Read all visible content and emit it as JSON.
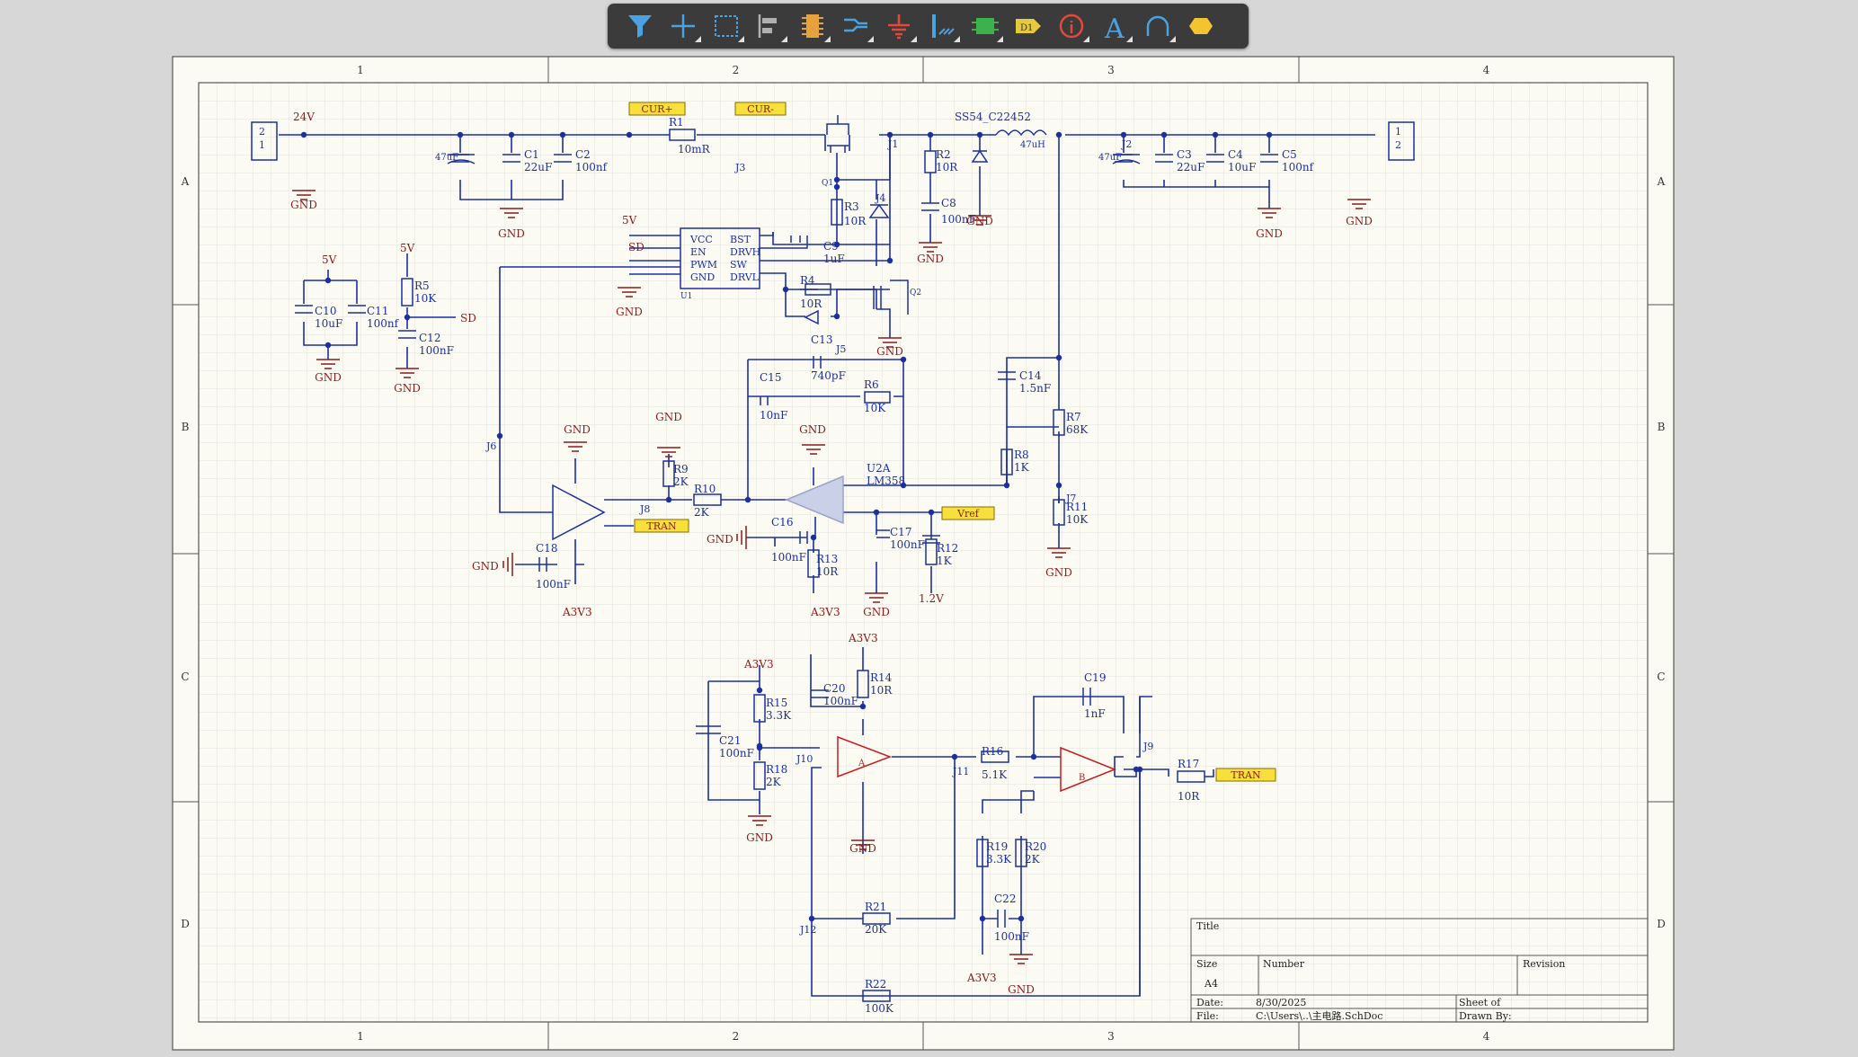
{
  "toolbar": {
    "tools": [
      {
        "name": "filter-icon",
        "color": "#4aa3e0"
      },
      {
        "name": "crosshair-icon",
        "color": "#4aa3e0"
      },
      {
        "name": "select-rect-icon",
        "color": "#4aa3e0"
      },
      {
        "name": "align-icon",
        "color": "#b0b0b0"
      },
      {
        "name": "component-icon",
        "color": "#e6a23c"
      },
      {
        "name": "wire-icon",
        "color": "#4aa3e0"
      },
      {
        "name": "power-port-icon",
        "color": "#e04a3a"
      },
      {
        "name": "bus-icon",
        "color": "#4aa3e0"
      },
      {
        "name": "sheet-symbol-icon",
        "color": "#3cb34a"
      },
      {
        "name": "port-icon",
        "color": "#e6c93c"
      },
      {
        "name": "parameter-icon",
        "color": "#e04a3a"
      },
      {
        "name": "text-icon",
        "color": "#4aa3e0"
      },
      {
        "name": "arc-icon",
        "color": "#4aa3e0"
      },
      {
        "name": "shape-icon",
        "color": "#f4c430"
      }
    ],
    "port_label": "D1"
  },
  "border": {
    "cols": [
      "1",
      "2",
      "3",
      "4"
    ],
    "rows": [
      "A",
      "B",
      "C",
      "D"
    ]
  },
  "labels": {
    "net_24v": "24V",
    "gnd": "GND",
    "v5": "5V",
    "a3v3": "A3V3",
    "v1_2": "1.2V",
    "cur_plus": "CUR+",
    "cur_minus": "CUR-",
    "tran": "TRAN",
    "vref": "Vref",
    "sd": "SD",
    "diode_part": "SS54_C22452",
    "ind_val": "47uH",
    "cap47": "47uF",
    "u1": "U1",
    "u2a": "U2A",
    "lm358": "LM358",
    "q1": "Q1",
    "q2": "Q2",
    "pins_left": [
      "VCC",
      "EN",
      "PWM",
      "GND"
    ],
    "pins_right": [
      "BST",
      "DRVH",
      "SW",
      "DRVL"
    ],
    "op_a": "A",
    "op_b": "B"
  },
  "components": [
    {
      "ref": "R1",
      "val": "10mR"
    },
    {
      "ref": "C1",
      "val": "22uF"
    },
    {
      "ref": "C2",
      "val": "100nf"
    },
    {
      "ref": "R2",
      "val": "10R"
    },
    {
      "ref": "C8",
      "val": "100nF"
    },
    {
      "ref": "C3",
      "val": "22uF"
    },
    {
      "ref": "C4",
      "val": "10uF"
    },
    {
      "ref": "C5",
      "val": "100nf"
    },
    {
      "ref": "R3",
      "val": "10R"
    },
    {
      "ref": "C9",
      "val": "1uF"
    },
    {
      "ref": "R4",
      "val": "10R"
    },
    {
      "ref": "C10",
      "val": "10uF"
    },
    {
      "ref": "C11",
      "val": "100nf"
    },
    {
      "ref": "R5",
      "val": "10K"
    },
    {
      "ref": "C12",
      "val": "100nF"
    },
    {
      "ref": "C13",
      "val": "740pF"
    },
    {
      "ref": "C15",
      "val": "10nF"
    },
    {
      "ref": "R6",
      "val": "10K"
    },
    {
      "ref": "C14",
      "val": "1.5nF"
    },
    {
      "ref": "R7",
      "val": "68K"
    },
    {
      "ref": "R8",
      "val": "1K"
    },
    {
      "ref": "R11",
      "val": "10K"
    },
    {
      "ref": "R9",
      "val": "2K"
    },
    {
      "ref": "R10",
      "val": "2K"
    },
    {
      "ref": "C16",
      "val": "100nF"
    },
    {
      "ref": "R13",
      "val": "10R"
    },
    {
      "ref": "C17",
      "val": "100nF"
    },
    {
      "ref": "R12",
      "val": "1K"
    },
    {
      "ref": "C18",
      "val": "100nF"
    },
    {
      "ref": "C20",
      "val": "100nF"
    },
    {
      "ref": "R14",
      "val": "10R"
    },
    {
      "ref": "R15",
      "val": "3.3K"
    },
    {
      "ref": "C21",
      "val": "100nF"
    },
    {
      "ref": "R18",
      "val": "2K"
    },
    {
      "ref": "R16",
      "val": "5.1K"
    },
    {
      "ref": "C19",
      "val": "1nF"
    },
    {
      "ref": "R17",
      "val": "10R"
    },
    {
      "ref": "R19",
      "val": "3.3K"
    },
    {
      "ref": "R20",
      "val": "2K"
    },
    {
      "ref": "C22",
      "val": "100nF"
    },
    {
      "ref": "R21",
      "val": "20K"
    },
    {
      "ref": "R22",
      "val": "100K"
    }
  ],
  "junctions": [
    "J1",
    "J2",
    "J3",
    "J4",
    "J5",
    "J6",
    "J7",
    "J8",
    "J9",
    "J10",
    "J11",
    "J12"
  ],
  "title_block": {
    "title_label": "Title",
    "size_label": "Size",
    "size_value": "A4",
    "number_label": "Number",
    "revision_label": "Revision",
    "date_label": "Date:",
    "date_value": "8/30/2025",
    "file_label": "File:",
    "file_value": "C:\\Users\\..\\主电路.SchDoc",
    "sheet_label": "Sheet  of",
    "drawn_label": "Drawn By:"
  }
}
